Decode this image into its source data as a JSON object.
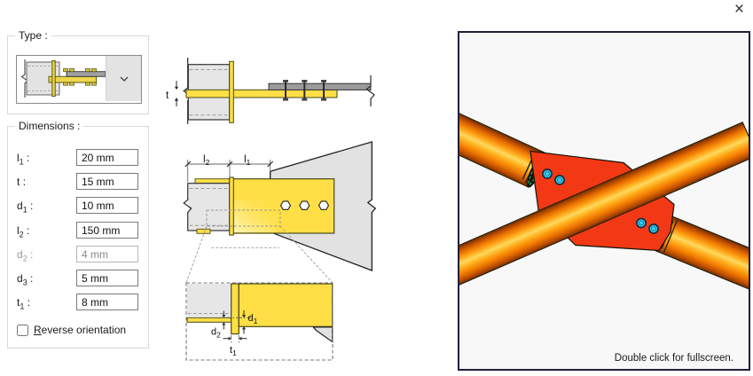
{
  "window": {
    "close_glyph": "×"
  },
  "type_group": {
    "title": "Type :"
  },
  "dimensions_group": {
    "title": "Dimensions :",
    "colon": ":",
    "fields": [
      {
        "name": "l1",
        "main": "l",
        "sub": "1",
        "value": "20 mm",
        "enabled": true
      },
      {
        "name": "t",
        "main": "t",
        "sub": "",
        "value": "15 mm",
        "enabled": true
      },
      {
        "name": "d1",
        "main": "d",
        "sub": "1",
        "value": "10 mm",
        "enabled": true
      },
      {
        "name": "l2",
        "main": "l",
        "sub": "2",
        "value": "150 mm",
        "enabled": true
      },
      {
        "name": "d2",
        "main": "d",
        "sub": "2",
        "value": "4 mm",
        "enabled": false
      },
      {
        "name": "d3",
        "main": "d",
        "sub": "3",
        "value": "5 mm",
        "enabled": true
      },
      {
        "name": "t1",
        "main": "t",
        "sub": "1",
        "value": "8 mm",
        "enabled": true
      }
    ],
    "checkbox": {
      "mnemonic": "R",
      "rest": "everse orientation",
      "checked": false
    }
  },
  "drawing_labels": {
    "t": {
      "main": "t",
      "sub": ""
    },
    "l2": {
      "main": "l",
      "sub": "2"
    },
    "l1": {
      "main": "l",
      "sub": "1"
    },
    "d1": {
      "main": "d",
      "sub": "1"
    },
    "d2": {
      "main": "d",
      "sub": "2"
    },
    "t1": {
      "main": "t",
      "sub": "1"
    }
  },
  "preview": {
    "caption": "Double click for fullscreen."
  },
  "colors": {
    "plate_yellow": "#FFDF45",
    "steel_light_gray": "#E6E6E6",
    "splice_gray": "#9B9B9B",
    "tube_orange": "#FF8A00",
    "tube_highlight": "#FFD95C",
    "gusset_red": "#F23814",
    "bolt_cyan": "#3CC9E9",
    "weld_green": "#14B455",
    "panel_border_navy": "#1E1E3C"
  }
}
